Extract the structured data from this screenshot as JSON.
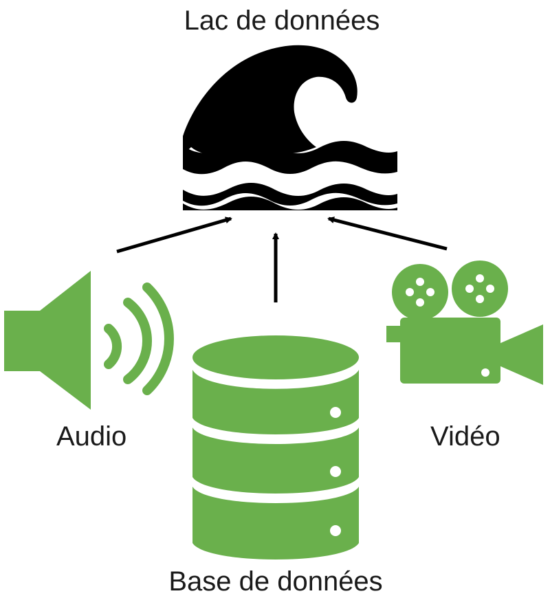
{
  "labels": {
    "lake": "Lac de données",
    "audio": "Audio",
    "video": "Vidéo",
    "database": "Base de données"
  },
  "icons": {
    "lake": "wave-icon",
    "audio": "speaker-icon",
    "video": "movie-camera-icon",
    "database": "database-icon"
  },
  "colors": {
    "source": "#6ab04c",
    "lake": "#000000"
  }
}
